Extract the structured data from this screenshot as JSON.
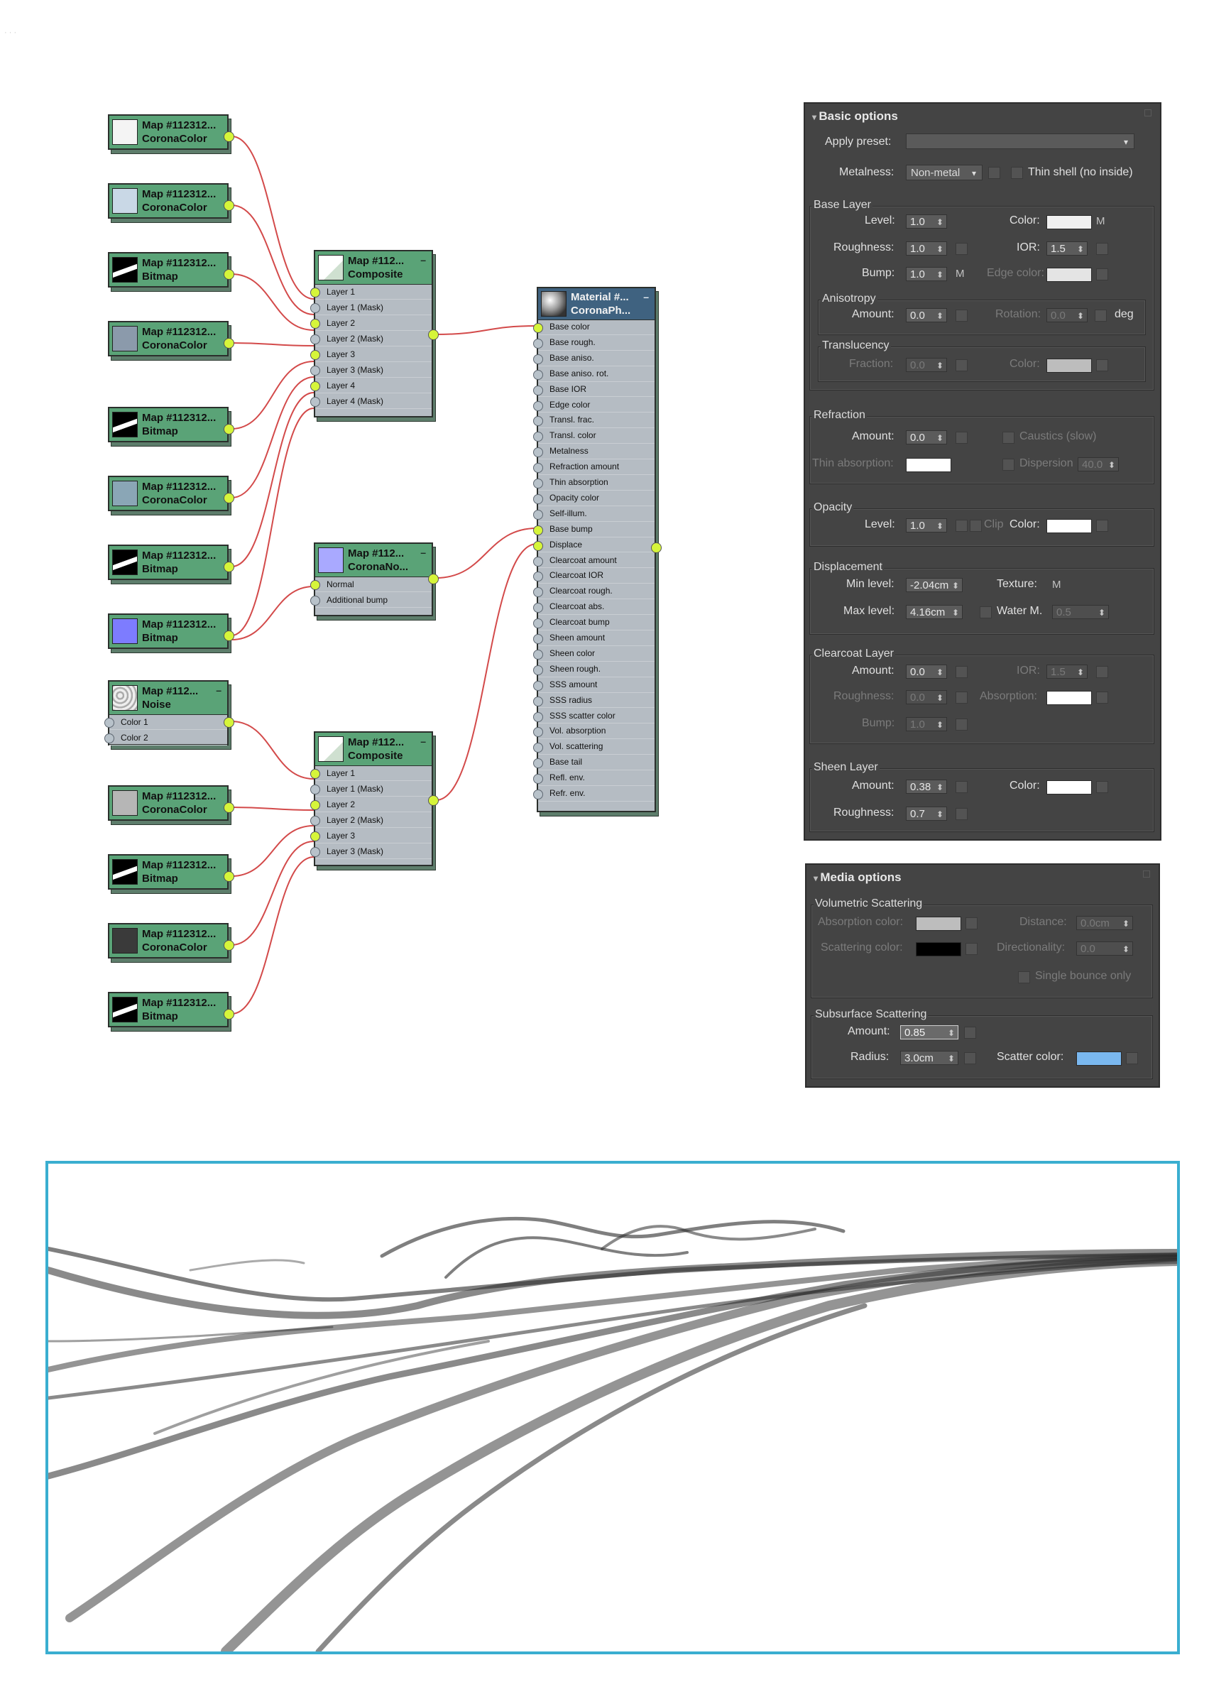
{
  "corner_mark": "· · ·",
  "material_editor": {
    "map_nodes": [
      {
        "id": "m1",
        "title": "Map #112312...",
        "type": "CoronaColor",
        "thumb": "#f4f4f4"
      },
      {
        "id": "m2",
        "title": "Map #112312...",
        "type": "CoronaColor",
        "thumb": "#c9d8e6"
      },
      {
        "id": "m3",
        "title": "Map #112312...",
        "type": "Bitmap",
        "thumb": "bitmap-bw"
      },
      {
        "id": "m4",
        "title": "Map #112312...",
        "type": "CoronaColor",
        "thumb": "#8b9aab"
      },
      {
        "id": "m5",
        "title": "Map #112312...",
        "type": "Bitmap",
        "thumb": "bitmap-bw"
      },
      {
        "id": "m6",
        "title": "Map #112312...",
        "type": "CoronaColor",
        "thumb": "#8aa6b6"
      },
      {
        "id": "m7",
        "title": "Map #112312...",
        "type": "Bitmap",
        "thumb": "bitmap-bw"
      },
      {
        "id": "m8",
        "title": "Map #112312...",
        "type": "Bitmap",
        "thumb": "#7d7cff"
      },
      {
        "id": "m10",
        "title": "Map #112312...",
        "type": "CoronaColor",
        "thumb": "#b6b6b6"
      },
      {
        "id": "m11",
        "title": "Map #112312...",
        "type": "Bitmap",
        "thumb": "bitmap-bw"
      },
      {
        "id": "m12",
        "title": "Map #112312...",
        "type": "CoronaColor",
        "thumb": "#3a3a3a"
      },
      {
        "id": "m13",
        "title": "Map #112312...",
        "type": "Bitmap",
        "thumb": "bitmap-bw"
      }
    ],
    "noise_node": {
      "title": "Map #112...",
      "type": "Noise",
      "inputs": [
        "Color 1",
        "Color 2"
      ]
    },
    "composite_top": {
      "title": "Map #112...",
      "type": "Composite",
      "inputs": [
        "Layer 1",
        "Layer 1 (Mask)",
        "Layer 2",
        "Layer 2 (Mask)",
        "Layer 3",
        "Layer 3 (Mask)",
        "Layer 4",
        "Layer 4 (Mask)"
      ]
    },
    "normal_node": {
      "title": "Map #112...",
      "type": "CoronaNo...",
      "inputs": [
        "Normal",
        "Additional bump"
      ]
    },
    "composite_bottom": {
      "title": "Map #112...",
      "type": "Composite",
      "inputs": [
        "Layer 1",
        "Layer 1 (Mask)",
        "Layer 2",
        "Layer 2 (Mask)",
        "Layer 3",
        "Layer 3 (Mask)"
      ]
    },
    "material_node": {
      "title": "Material #...",
      "type": "CoronaPh...",
      "inputs": [
        "Base color",
        "Base rough.",
        "Base aniso.",
        "Base aniso. rot.",
        "Base IOR",
        "Edge color",
        "Transl. frac.",
        "Transl. color",
        "Metalness",
        "Refraction amount",
        "Thin absorption",
        "Opacity color",
        "Self-illum.",
        "Base bump",
        "Displace",
        "Clearcoat amount",
        "Clearcoat IOR",
        "Clearcoat rough.",
        "Clearcoat abs.",
        "Clearcoat bump",
        "Sheen amount",
        "Sheen color",
        "Sheen rough.",
        "SSS amount",
        "SSS radius",
        "SSS scatter color",
        "Vol. absorption",
        "Vol. scattering",
        "Base tail",
        "Refl. env.",
        "Refr. env."
      ]
    }
  },
  "basic_options": {
    "title": "Basic options",
    "apply_preset_label": "Apply preset:",
    "apply_preset_value": "",
    "metalness_label": "Metalness:",
    "metalness_value": "Non-metal",
    "thin_shell_label": "Thin shell (no inside)",
    "base_layer": {
      "title": "Base Layer",
      "level_label": "Level:",
      "level": "1.0",
      "color_label": "Color:",
      "color": "#f0f0f0",
      "color_map": "M",
      "roughness_label": "Roughness:",
      "roughness": "1.0",
      "ior_label": "IOR:",
      "ior": "1.5",
      "bump_label": "Bump:",
      "bump": "1.0",
      "bump_map": "M",
      "edge_color_label": "Edge color:",
      "edge_color": "#e4e4e4",
      "anisotropy": {
        "title": "Anisotropy",
        "amount_label": "Amount:",
        "amount": "0.0",
        "rotation_label": "Rotation:",
        "rotation": "0.0",
        "unit": "deg"
      },
      "translucency": {
        "title": "Translucency",
        "fraction_label": "Fraction:",
        "fraction": "0.0",
        "color_label": "Color:",
        "color": "#bdbdbd"
      }
    },
    "refraction": {
      "title": "Refraction",
      "amount_label": "Amount:",
      "amount": "0.0",
      "caustics_label": "Caustics (slow)",
      "thin_absorption_label": "Thin absorption:",
      "thin_absorption_color": "#ffffff",
      "dispersion_label": "Dispersion",
      "dispersion": "40.0"
    },
    "opacity": {
      "title": "Opacity",
      "level_label": "Level:",
      "level": "1.0",
      "clip_label": "Clip",
      "color_label": "Color:",
      "color": "#ffffff"
    },
    "displacement": {
      "title": "Displacement",
      "min_label": "Min level:",
      "min": "-2.04cm",
      "texture_label": "Texture:",
      "texture_map": "M",
      "max_label": "Max level:",
      "max": "4.16cm",
      "water_label": "Water M.",
      "water": "0.5"
    },
    "clearcoat": {
      "title": "Clearcoat Layer",
      "amount_label": "Amount:",
      "amount": "0.0",
      "ior_label": "IOR:",
      "ior": "1.5",
      "roughness_label": "Roughness:",
      "roughness": "0.0",
      "absorption_label": "Absorption:",
      "absorption_color": "#ffffff",
      "bump_label": "Bump:",
      "bump": "1.0"
    },
    "sheen": {
      "title": "Sheen Layer",
      "amount_label": "Amount:",
      "amount": "0.38",
      "color_label": "Color:",
      "color": "#ffffff",
      "roughness_label": "Roughness:",
      "roughness": "0.7"
    }
  },
  "media_options": {
    "title": "Media options",
    "volumetric": {
      "title": "Volumetric Scattering",
      "absorption_label": "Absorption color:",
      "absorption_color": "#bdbdbd",
      "distance_label": "Distance:",
      "distance": "0.0cm",
      "scattering_label": "Scattering color:",
      "scattering_color": "#000000",
      "directionality_label": "Directionality:",
      "directionality": "0.0",
      "single_bounce_label": "Single bounce only"
    },
    "subsurface": {
      "title": "Subsurface Scattering",
      "amount_label": "Amount:",
      "amount": "0.85",
      "radius_label": "Radius:",
      "radius": "3.0cm",
      "scatter_color_label": "Scatter color:",
      "scatter_color": "#7ab8ef"
    }
  },
  "colors": {
    "accent_frame": "#3aaed0",
    "node_green": "#5aa377",
    "material_header": "#3f6280",
    "wire": "#d34a4a",
    "socket": "#d6f53a"
  }
}
